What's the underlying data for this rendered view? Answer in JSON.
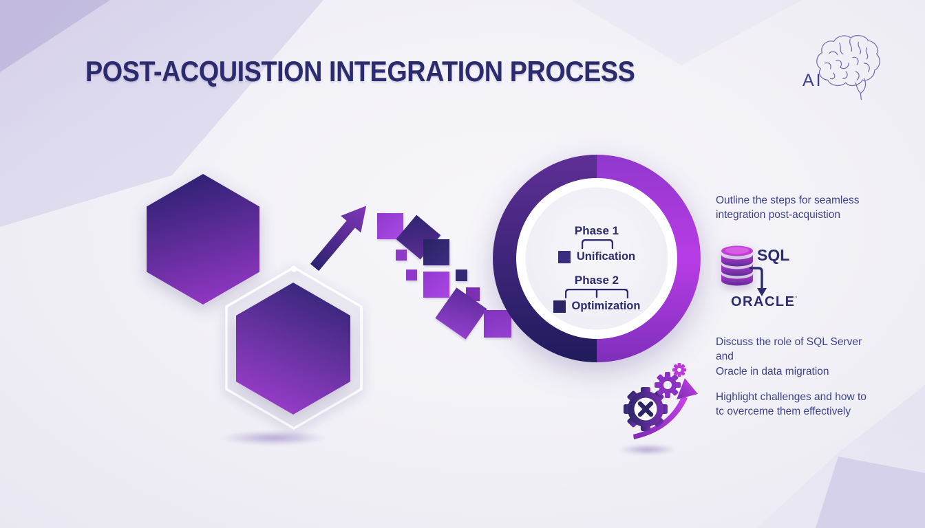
{
  "title": "POST-ACQUISTION INTEGRATION PROCESS",
  "brand": {
    "label": "AI"
  },
  "ring": {
    "phases": [
      {
        "label": "Phase 1",
        "value": "Unification"
      },
      {
        "label": "Phase 2",
        "value": "Optimization"
      }
    ]
  },
  "migration": {
    "source": "SQL",
    "target": "ORACLE",
    "mark": "’"
  },
  "notes": [
    "Outline the steps for seamless\nintegration post-acquistion",
    "Discuss the role of SQL Server and\nOracle in data migration",
    "Highlight challenges and how to\ntc overceme them effectively"
  ],
  "colors": {
    "navy": "#2b2b6e",
    "indigo": "#2e2270",
    "purple": "#8a35c5",
    "magenta": "#bb3ae2",
    "note_text": "#3b4090"
  }
}
